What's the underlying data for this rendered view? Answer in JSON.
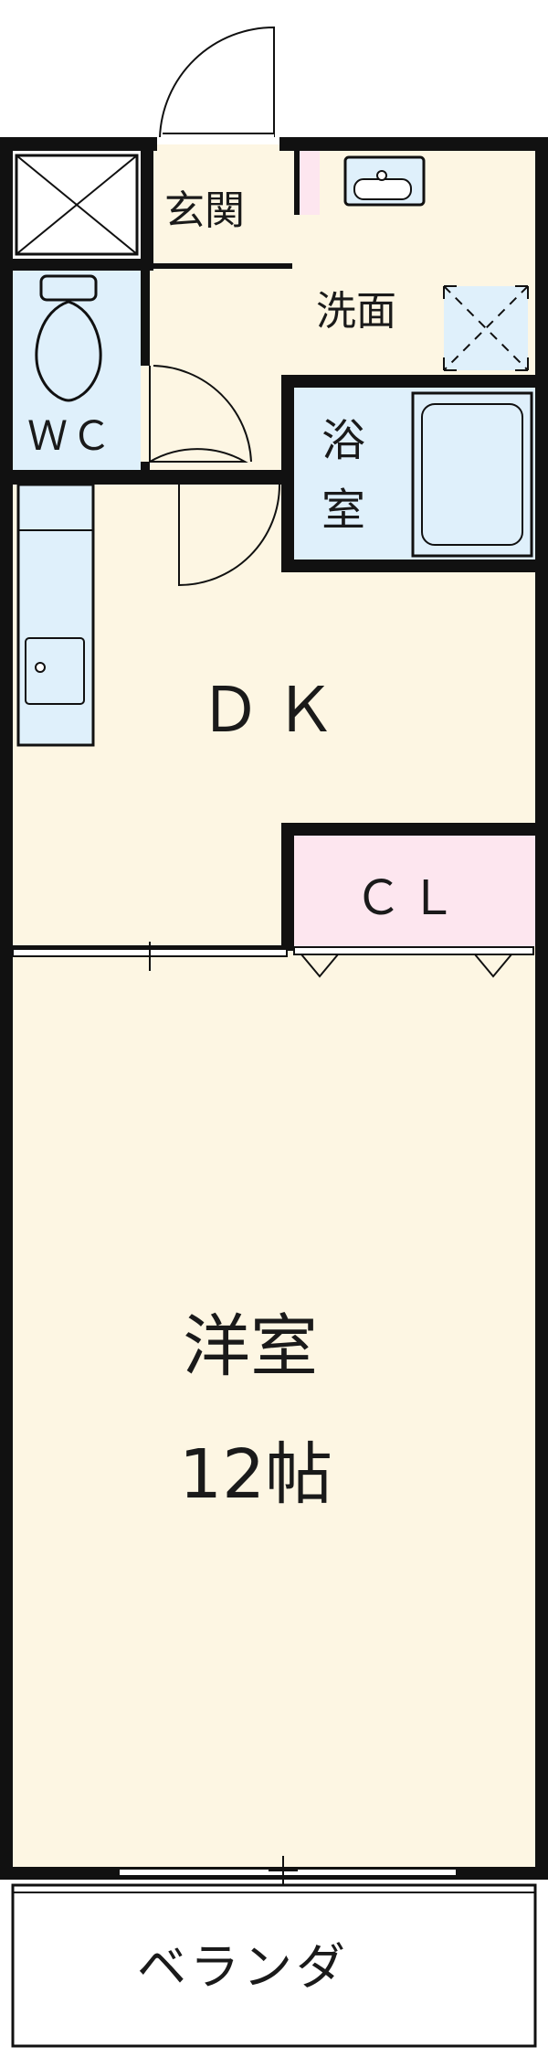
{
  "rooms": {
    "entrance": "玄関",
    "wc": "ＷＣ",
    "washroom": "洗面",
    "bath_line1": "浴",
    "bath_line2": "室",
    "dk": "ＤＫ",
    "closet": "ＣＬ",
    "western_line1": "洋室",
    "western_line2": "12帖",
    "veranda": "ベランダ"
  },
  "colors": {
    "floor": "#fdf6e3",
    "wet_area": "#dff0fb",
    "closet": "#fde6ef",
    "wall": "#111111"
  }
}
